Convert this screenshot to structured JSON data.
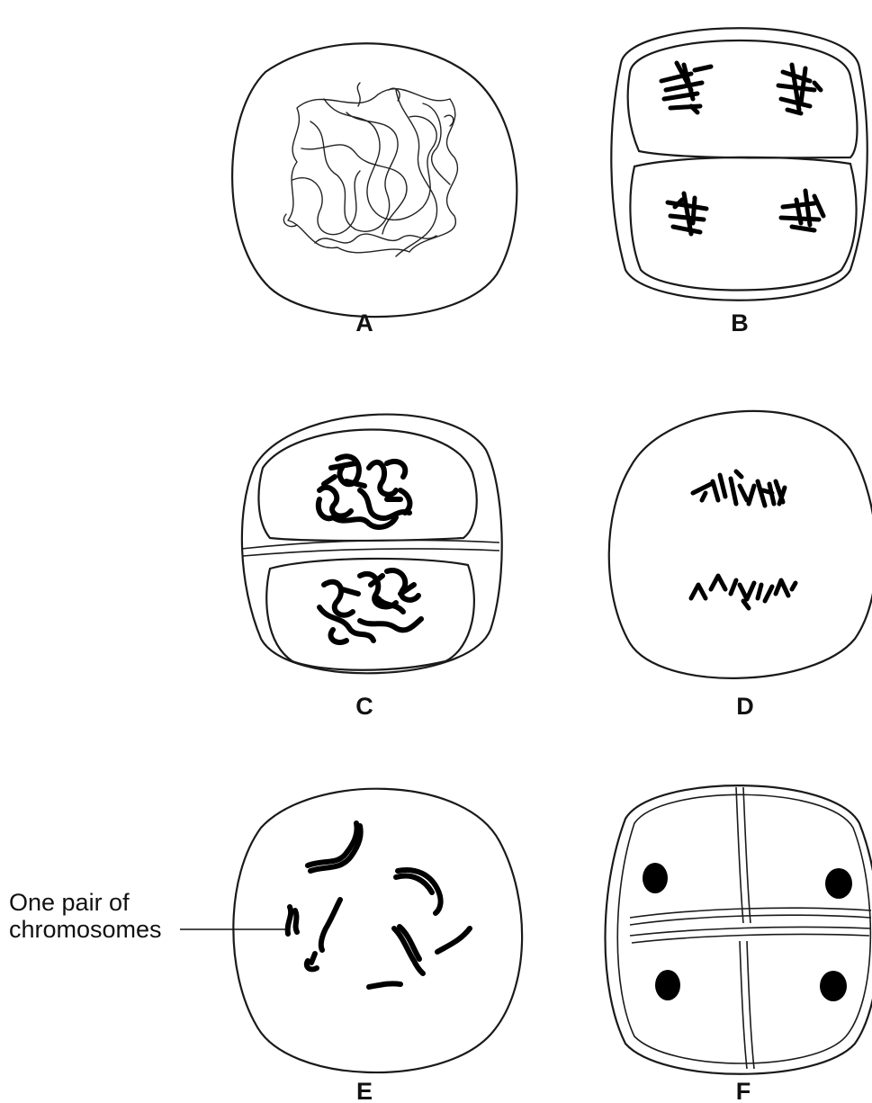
{
  "figure": {
    "panels": [
      {
        "id": "A",
        "caption": "A",
        "stage": "interphase nucleus with thread-like chromatin"
      },
      {
        "id": "B",
        "caption": "B",
        "stage": "two cells each with chromosomes at opposite poles"
      },
      {
        "id": "C",
        "caption": "C",
        "stage": "two cells with condensing chromatin"
      },
      {
        "id": "D",
        "caption": "D",
        "stage": "chromosomes separating to two groups"
      },
      {
        "id": "E",
        "caption": "E",
        "stage": "paired chromosomes"
      },
      {
        "id": "F",
        "caption": "F",
        "stage": "four cells each with a nucleus"
      }
    ],
    "annotation": {
      "line1": "One pair of",
      "line2": "chromosomes"
    }
  }
}
